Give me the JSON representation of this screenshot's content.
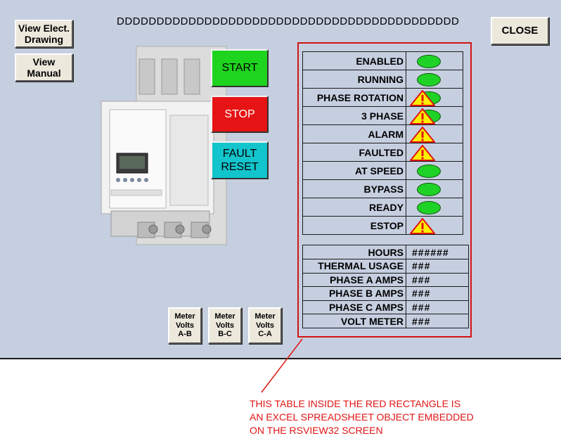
{
  "title": "DDDDDDDDDDDDDDDDDDDDDDDDDDDDDDDDDDDDDDDDDDD",
  "buttons": {
    "view_elect_drawing": "View Elect. Drawing",
    "view_manual": "View Manual",
    "close": "CLOSE",
    "start": "START",
    "stop": "STOP",
    "fault_reset": "FAULT RESET"
  },
  "status_rows": [
    {
      "label": "ENABLED",
      "indicator": "green-led"
    },
    {
      "label": "RUNNING",
      "indicator": "green-led"
    },
    {
      "label": "PHASE ROTATION",
      "indicator": "warning-over-led"
    },
    {
      "label": "3 PHASE",
      "indicator": "warning-over-led"
    },
    {
      "label": "ALARM",
      "indicator": "warning"
    },
    {
      "label": "FAULTED",
      "indicator": "warning"
    },
    {
      "label": "AT SPEED",
      "indicator": "green-led"
    },
    {
      "label": "BYPASS",
      "indicator": "green-led"
    },
    {
      "label": "READY",
      "indicator": "green-led"
    },
    {
      "label": "ESTOP",
      "indicator": "warning"
    }
  ],
  "metric_rows": [
    {
      "label": "HOURS",
      "value": "######"
    },
    {
      "label": "THERMAL USAGE",
      "value": "###"
    },
    {
      "label": "PHASE A AMPS",
      "value": "###"
    },
    {
      "label": "PHASE B AMPS",
      "value": "###"
    },
    {
      "label": "PHASE C AMPS",
      "value": "###"
    },
    {
      "label": "VOLT METER",
      "value": "###"
    }
  ],
  "meter_buttons": [
    {
      "line1": "Meter",
      "line2": "Volts",
      "line3": "A-B"
    },
    {
      "line1": "Meter",
      "line2": "Volts",
      "line3": "B-C"
    },
    {
      "line1": "Meter",
      "line2": "Volts",
      "line3": "C-A"
    }
  ],
  "annotation": [
    "THIS TABLE INSIDE THE RED RECTANGLE IS",
    "AN EXCEL SPREADSHEET OBJECT EMBEDDED",
    "ON THE RSVIEW32 SCREEN"
  ],
  "colors": {
    "screen_bg": "#c6cfe0",
    "start": "#1ed41e",
    "stop": "#e61414",
    "fault_reset": "#12c4cc",
    "led": "#1fd226",
    "warning_fill": "#ffee00",
    "warning_border": "#e01414",
    "annotation": "#e01414"
  }
}
